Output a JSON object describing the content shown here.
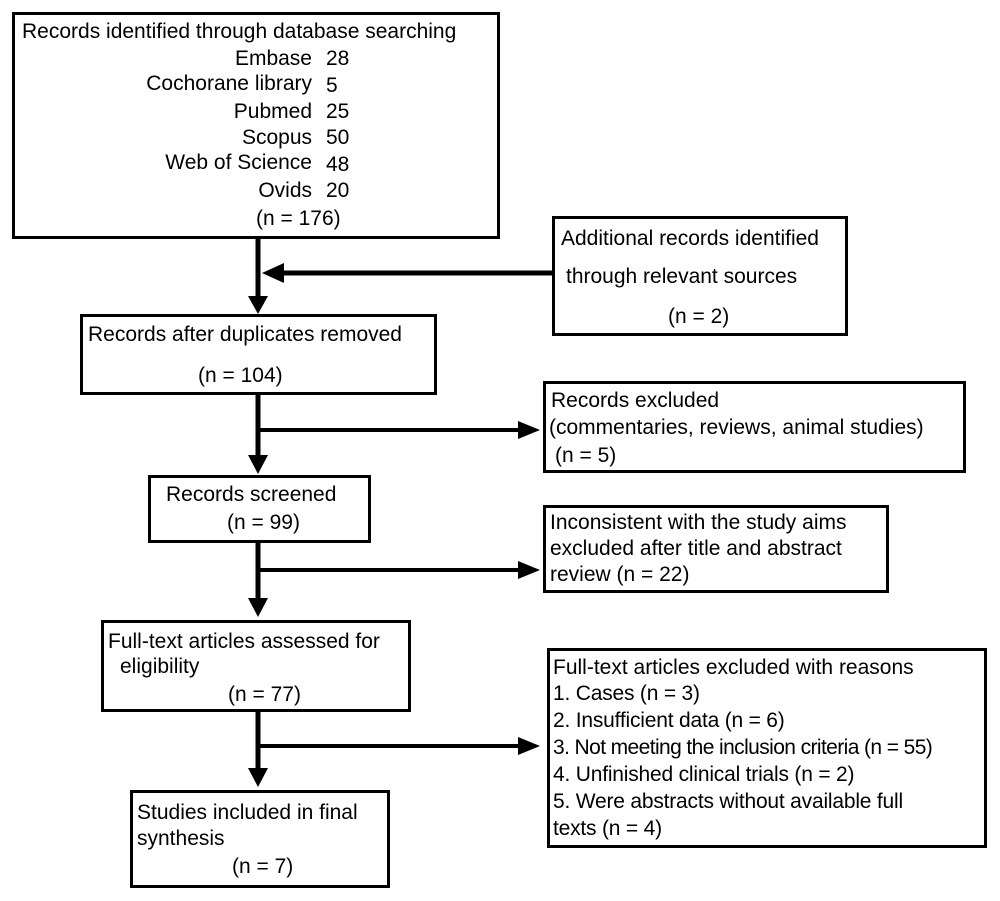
{
  "identification": {
    "title": "Records identified through database searching",
    "sources": [
      {
        "name": "Embase",
        "count": "28"
      },
      {
        "name": "Cochorane library",
        "count": "5"
      },
      {
        "name": "Pubmed",
        "count": "25"
      },
      {
        "name": "Scopus",
        "count": "50"
      },
      {
        "name": "Web of Science",
        "count": "48"
      },
      {
        "name": "Ovids",
        "count": "20"
      }
    ],
    "total": "(n = 176)"
  },
  "additional": {
    "line1": "Additional records identified",
    "line2": "through relevant sources",
    "count": "(n = 2)"
  },
  "duplicates": {
    "label": "Records after duplicates removed",
    "count": "(n = 104)"
  },
  "excluded_records": {
    "line1": "Records excluded",
    "line2": "(commentaries, reviews, animal studies)",
    "count": "(n = 5)"
  },
  "screened": {
    "label": "Records screened",
    "count": "(n = 99)"
  },
  "inconsistent": {
    "line1": "Inconsistent with the study aims",
    "line2": "excluded after title  and  abstract",
    "line3": "review (n = 22)"
  },
  "fulltext": {
    "line1": "Full-text articles assessed for",
    "line2": "eligibility",
    "count": "(n = 77)"
  },
  "fulltext_excluded": {
    "title": "Full-text articles excluded with reasons",
    "reasons": [
      "1. Cases (n = 3)",
      "2. Insufficient data (n = 6)",
      "3. Not meeting the inclusion criteria (n = 55)",
      "4. Unfinished clinical trials (n = 2)",
      "5. Were abstracts without available full",
      "texts (n = 4)"
    ]
  },
  "included": {
    "line1": "Studies included in final",
    "line2": "synthesis",
    "count": "(n = 7)"
  }
}
